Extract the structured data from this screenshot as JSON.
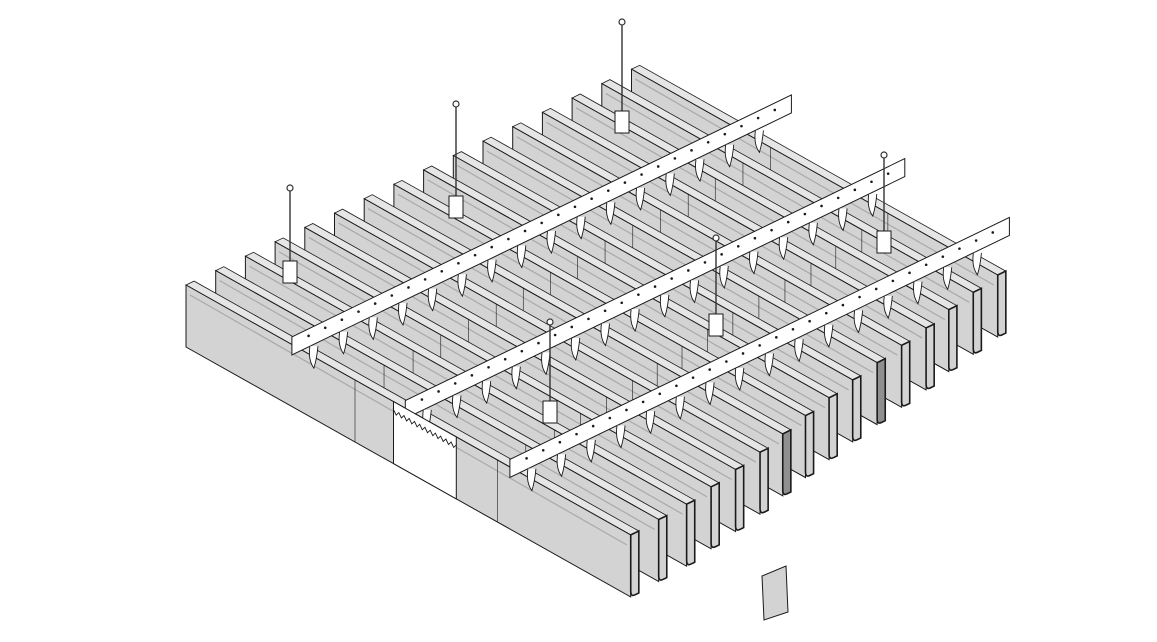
{
  "colors": {
    "background": "#ffffff",
    "outline": "#1a1a1a",
    "baffle_face": "#d3d3d3",
    "baffle_top": "#e6e6e6",
    "baffle_inner": "#a9a9a9",
    "baffle_dark": "#8f8f8f",
    "carrier_fill": "#ffffff",
    "hanger": "#333333"
  },
  "diagram": {
    "type": "isometric-exploded-assembly",
    "baffle_count": 16,
    "carrier_rail_count": 3,
    "hanger_rod_count": 6,
    "end_cap_shown": true,
    "cutaway_shown": true
  }
}
